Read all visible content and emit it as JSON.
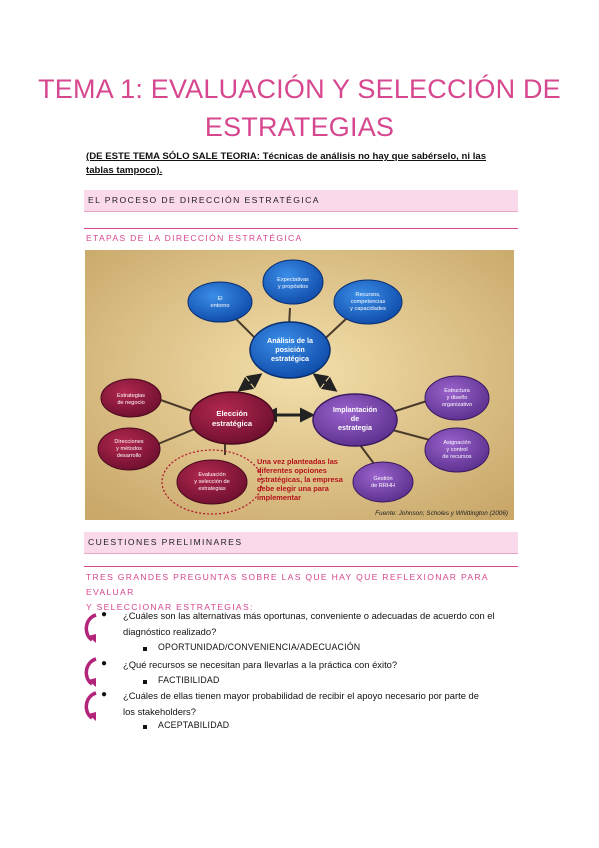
{
  "page": {
    "title_line1": "TEMA 1: EVALUACIÓN Y SELECCIÓN DE",
    "title_line2": "ESTRATEGIAS",
    "note_bold": "(DE ESTE TEMA SÓLO SALE TEORIA:",
    "note_rest": " Técnicas de análisis no hay que sabérselo, ni las tablas tampoco).",
    "colors": {
      "accent": "#d6478f",
      "band": "#f9d9ea"
    }
  },
  "sections": {
    "s1": "EL PROCESO DE DIRECCIÓN ESTRATÉGICA",
    "s1_sub": "ETAPAS DE LA DIRECCIÓN ESTRATÉGICA",
    "s2": "CUESTIONES PRELIMINARES",
    "s2_sub_line1": "TRES GRANDES PREGUNTAS SOBRE LAS QUE HAY QUE REFLEXIONAR PARA EVALUAR",
    "s2_sub_line2": "Y SELECCIONAR ESTRATEGIAS:"
  },
  "diagram": {
    "center": [
      "Análisis de la",
      "posición",
      "estratégica"
    ],
    "left": [
      "Elección",
      "estratégica"
    ],
    "right": [
      "Implantación",
      "de",
      "estrategia"
    ],
    "top": [
      "Expectativas",
      "y propósitos"
    ],
    "topleft": [
      "El",
      "entorno"
    ],
    "topright": [
      "Recursos,",
      "competencias",
      "y capacidades"
    ],
    "l1": [
      "Estrategias",
      "de negocio"
    ],
    "l2": [
      "Direcciones",
      "y métodos",
      "desarrollo"
    ],
    "l3": [
      "Evaluación",
      "y selección de",
      "estrategias"
    ],
    "r1": [
      "Estructura",
      "y diseño",
      "organizativo"
    ],
    "r2": [
      "Asignación",
      "y control",
      "de recursos"
    ],
    "r3": [
      "Gestión",
      "de RRHH"
    ],
    "callout": [
      "Una vez planteadas las",
      "diferentes opciones",
      "estratégicas, la empresa",
      "debe elegir una para",
      "implementar"
    ],
    "source": "Fuente: Johnson; Scholes y Whittington (2006)"
  },
  "questions": [
    {
      "line1": "¿Cuáles son las alternativas más oportunas, conveniente o adecuadas de acuerdo con el",
      "line2": "diagnóstico realizado?",
      "answer": "OPORTUNIDAD/CONVENIENCIA/ADECUACIÓN"
    },
    {
      "line1": "¿Qué recursos se necesitan para llevarlas a la práctica con éxito?",
      "answer": "FACTIBILIDAD"
    },
    {
      "line1": "¿Cuáles de ellas tienen mayor probabilidad de recibir el apoyo necesario por parte de",
      "line2": "los stakeholders?",
      "answer": "ACEPTABILIDAD"
    }
  ]
}
